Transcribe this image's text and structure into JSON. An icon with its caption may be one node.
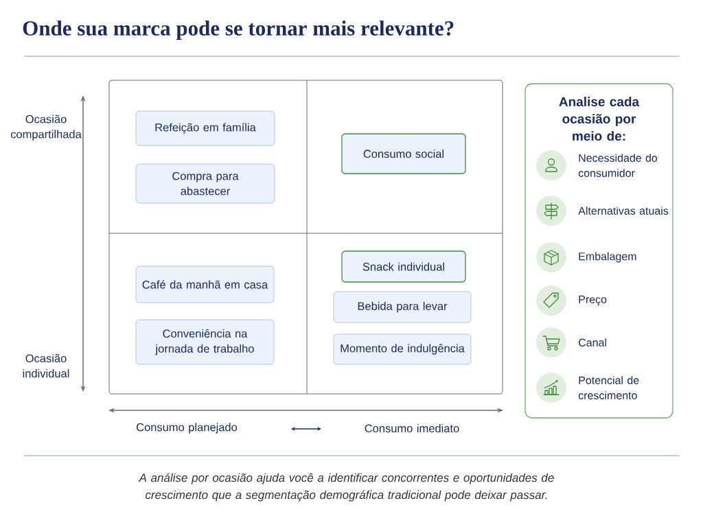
{
  "diagram": {
    "title": "Onde sua marca pode se tornar mais relevante?",
    "caption": "A análise por ocasião ajuda você a identificar concorrentes e oportunidades de crescimento que a segmentação demográfica tradicional pode deixar passar.",
    "nodes": [
      {
        "text": [
          "Refeição em família"
        ]
      },
      {
        "text": [
          "Compra para abastecer"
        ]
      },
      {
        "text": [
          "Consumo social"
        ]
      },
      {
        "text": [
          "Café da manhã em casa"
        ]
      },
      {
        "text": [
          "Conveniência na jornada de trabalho"
        ]
      },
      {
        "text": [
          "Snack individual"
        ]
      },
      {
        "text": [
          "Bebida para levar"
        ]
      },
      {
        "text": [
          "Momento de indulgência"
        ]
      },
      {
        "text": [
          "Analise cada ocasião por meio de:"
        ]
      },
      {
        "text": [
          "Necessidade do consumidor"
        ],
        "in": 8
      },
      {
        "text": [
          "Alternativas atuais"
        ],
        "in": 8
      },
      {
        "text": [
          "Embalagem"
        ],
        "in": 8
      },
      {
        "text": [
          "Preço"
        ],
        "in": 8
      },
      {
        "text": [
          "Canal"
        ],
        "in": 8
      },
      {
        "text": [
          "Potencial de crescimento"
        ],
        "in": 8
      }
    ],
    "labels": [
      "Ocasião compartilhada",
      "Ocasião individual",
      "Consumo planejado",
      "Consumo imediato"
    ]
  }
}
